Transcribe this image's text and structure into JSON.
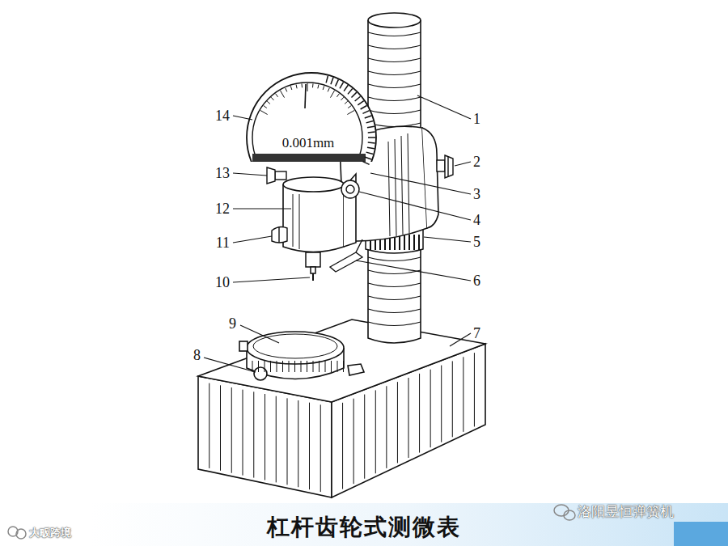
{
  "diagram": {
    "caption": "杠杆齿轮式测微表",
    "labels": [
      "14",
      "1",
      "2",
      "13",
      "3",
      "12",
      "4",
      "11",
      "5",
      "10",
      "6",
      "9",
      "7",
      "8",
      "0.001mm",
      "洛阳昱恒弹簧机",
      "大畈跨境"
    ]
  }
}
